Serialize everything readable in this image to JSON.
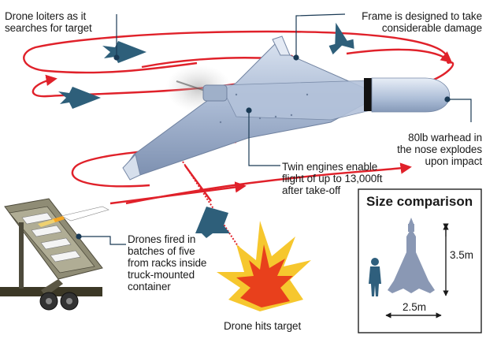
{
  "colors": {
    "flight_path": "#e0212a",
    "drone_body": "#a9b9d3",
    "drone_small": "#2e5f7a",
    "leader_line": "#1a3a55",
    "warhead_band": "#111111",
    "explosion_outer": "#f6c72e",
    "explosion_inner": "#e8401c",
    "silhouette": "#2f5f7d",
    "size_box_border": "#222222"
  },
  "labels": {
    "loiter": "Drone loiters as it\nsearches for target",
    "frame": "Frame is designed to take\nconsiderable damage",
    "warhead": "80lb warhead in\nthe nose explodes\nupon impact",
    "engines": "Twin engines enable\nflight of up to 13,000ft\nafter take-off",
    "launch": "Drones fired in\nbatches of five\nfrom racks inside\ntruck-mounted\ncontainer",
    "target": "Drone hits target"
  },
  "size_comparison": {
    "title": "Size comparison",
    "height_label": "3.5m",
    "width_label": "2.5m"
  },
  "icons": [
    "main-drone",
    "small-drone-icon",
    "explosion-icon",
    "launcher-truck-icon",
    "person-silhouette-icon",
    "drone-silhouette-icon"
  ]
}
